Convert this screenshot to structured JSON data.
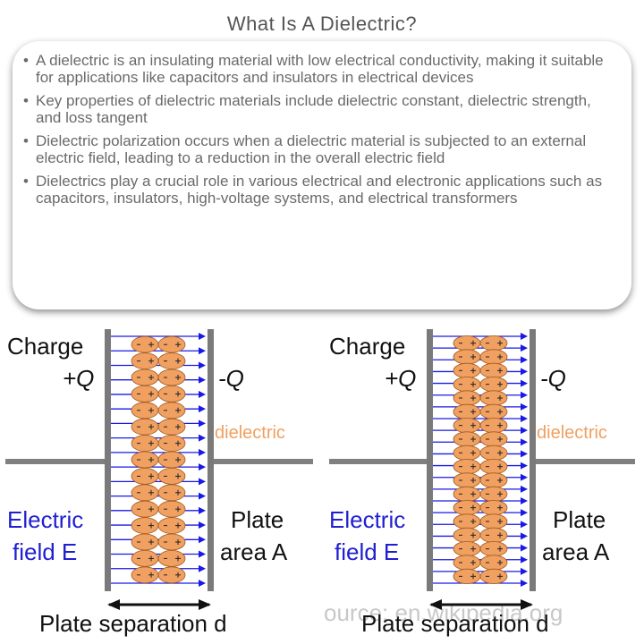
{
  "title": "What Is A Dielectric?",
  "bullets": [
    "A dielectric is an insulating material with low electrical conductivity, making it suitable for applications like capacitors and insulators in electrical devices",
    "Key properties of dielectric materials include dielectric constant, dielectric strength, and loss tangent",
    "Dielectric polarization occurs when a dielectric material is subjected to an external electric field, leading to a reduction in the overall electric field",
    "Dielectrics play a crucial role in various electrical and electronic applications such as capacitors, insulators, high-voltage systems, and electrical transformers"
  ],
  "diagram": {
    "panels": [
      {
        "charge_label": "Charge",
        "plus_q": "+Q",
        "minus_q": "-Q",
        "dielectric_label": "dielectric",
        "field_label_1": "Electric",
        "field_label_2": "field E",
        "area_label_1": "Plate",
        "area_label_2": "area A",
        "separation_label": "Plate separation d",
        "molecule_columns": 2,
        "molecule_rows": 15,
        "field_arrow_count": 18
      },
      {
        "charge_label": "Charge",
        "plus_q": "+Q",
        "minus_q": "-Q",
        "dielectric_label": "dielectric",
        "field_label_1": "Electric",
        "field_label_2": "field E",
        "area_label_1": "Plate",
        "area_label_2": "area A",
        "separation_label": "Plate separation d",
        "molecule_columns": 2,
        "molecule_rows": 18,
        "field_arrow_count": 22
      }
    ],
    "source_credit": "ource: en.wikipedia.org",
    "colors": {
      "plate": "#7a7a7a",
      "wire": "#808080",
      "dielectric_fill": "#f0a060",
      "dielectric_stroke": "#a05a20",
      "field_arrow": "#1a1ae6",
      "field_text": "#2020d0",
      "dielectric_text": "#f0a060",
      "text": "#111111",
      "credit_text": "#c8c8c8"
    }
  }
}
